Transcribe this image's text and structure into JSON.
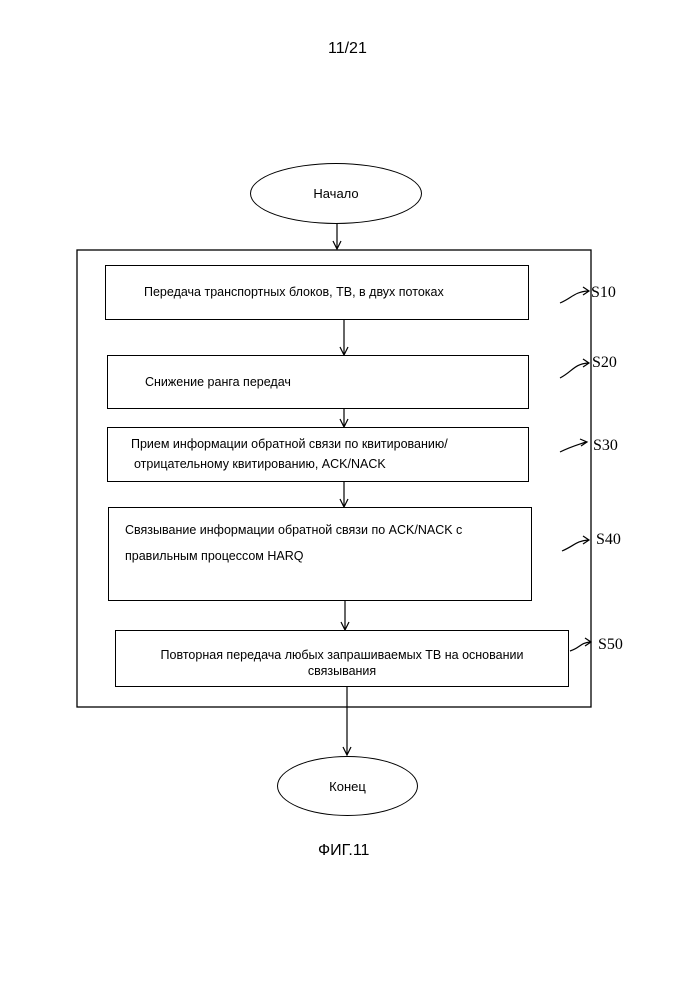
{
  "page_number": "11/21",
  "start": "Начало",
  "end": "Конец",
  "steps": [
    {
      "id": "S10",
      "text": "Передача транспортных блоков, ТВ, в двух потоках"
    },
    {
      "id": "S20",
      "text": "Снижение ранга передач"
    },
    {
      "id": "S30",
      "line1": "Прием информации обратной связи по квитированию/",
      "line2": "отрицательному квитированию, ACK/NACK"
    },
    {
      "id": "S40",
      "line1": "Связывание информации обратной связи по ACK/NACK с",
      "line2": "правильным процессом HARQ"
    },
    {
      "id": "S50",
      "line1": "Повторная передача любых запрашиваемых ТВ на основании",
      "line2": "связывания"
    }
  ],
  "figure_caption": "ФИГ.11"
}
